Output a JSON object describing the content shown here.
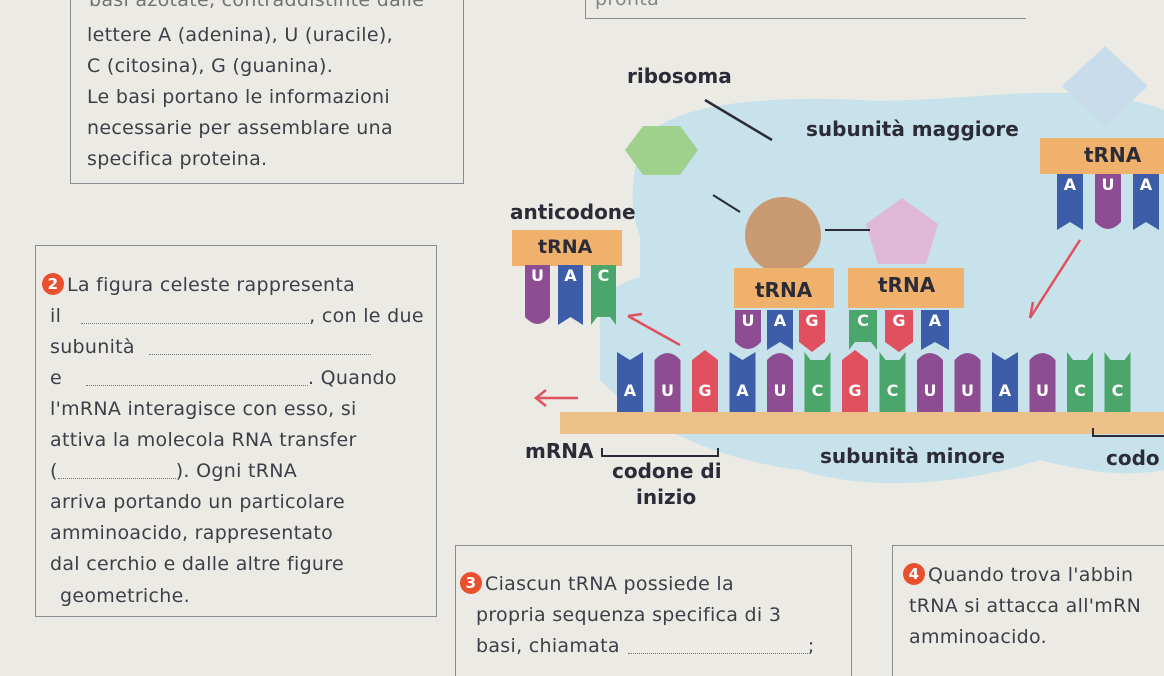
{
  "top_left_box": {
    "cut_line": "basi azotate, contraddistinte dalle",
    "lines": [
      "lettere A (adenina), U (uracile),",
      "C (citosina), G (guanina).",
      "Le basi portano le informazioni",
      "necessarie per assemblare una",
      "specifica proteina."
    ]
  },
  "top_right_cut": "pronta",
  "step2": {
    "number": "2",
    "line1": "La figura celeste rappresenta",
    "line2_start": "il",
    "line2_end": ", con le due",
    "line3": "subunità",
    "line4_start": "e",
    "line4_end": ". Quando",
    "line5": "l'mRNA interagisce con esso, si",
    "line6": "attiva la molecola RNA transfer",
    "line7_start": "(",
    "line7_end": "). Ogni tRNA",
    "line8": "arriva portando un particolare",
    "line9": "amminoacido, rappresentato",
    "line10": "dal cerchio e dalle altre figure",
    "line11": "geometriche."
  },
  "step3": {
    "number": "3",
    "line1": "Ciascun tRNA possiede la",
    "line2": "propria sequenza specifica di 3",
    "line3": "basi, chiamata",
    "line3_end": ";"
  },
  "step4": {
    "number": "4",
    "line1": "Quando trova l'abbin",
    "line2": "tRNA si attacca all'mRN",
    "line3": "amminoacido."
  },
  "diagram": {
    "labels": {
      "ribosoma": "ribosoma",
      "subunita_maggiore": "subunità maggiore",
      "trna_right": "tRNA",
      "anticodone": "anticodone",
      "trna_top": "tRNA",
      "trna_mid1": "tRNA",
      "trna_mid2": "tRNA",
      "mrna": "mRNA",
      "codone_di": "codone di",
      "inizio": "inizio",
      "subunita_minore": "subunità minore",
      "codo": "codo"
    },
    "trna_anticodons": {
      "left": [
        "U",
        "A",
        "C"
      ],
      "mid1": [
        "U",
        "A",
        "G"
      ],
      "mid2": [
        "C",
        "G",
        "A"
      ],
      "right": [
        "A",
        "U",
        "A"
      ]
    },
    "mrna_bases": [
      "A",
      "U",
      "G",
      "A",
      "U",
      "C",
      "G",
      "C",
      "U",
      "U",
      "A",
      "U",
      "C",
      "C"
    ],
    "colors": {
      "background": "#eceae4",
      "ribosome": "#c7e2ea",
      "mrna_strand": "#ecc189",
      "trna_label_bg": "#f0b16c",
      "base_A": "#3d5da9",
      "base_U": "#8e4d92",
      "base_G": "#e0505e",
      "base_C": "#4aa66a",
      "hexagon": "#9fd08c",
      "circle": "#c99a72",
      "pentagon": "#deb8d6",
      "diamond": "#c8dcec",
      "accent_number": "#e9502d"
    }
  }
}
